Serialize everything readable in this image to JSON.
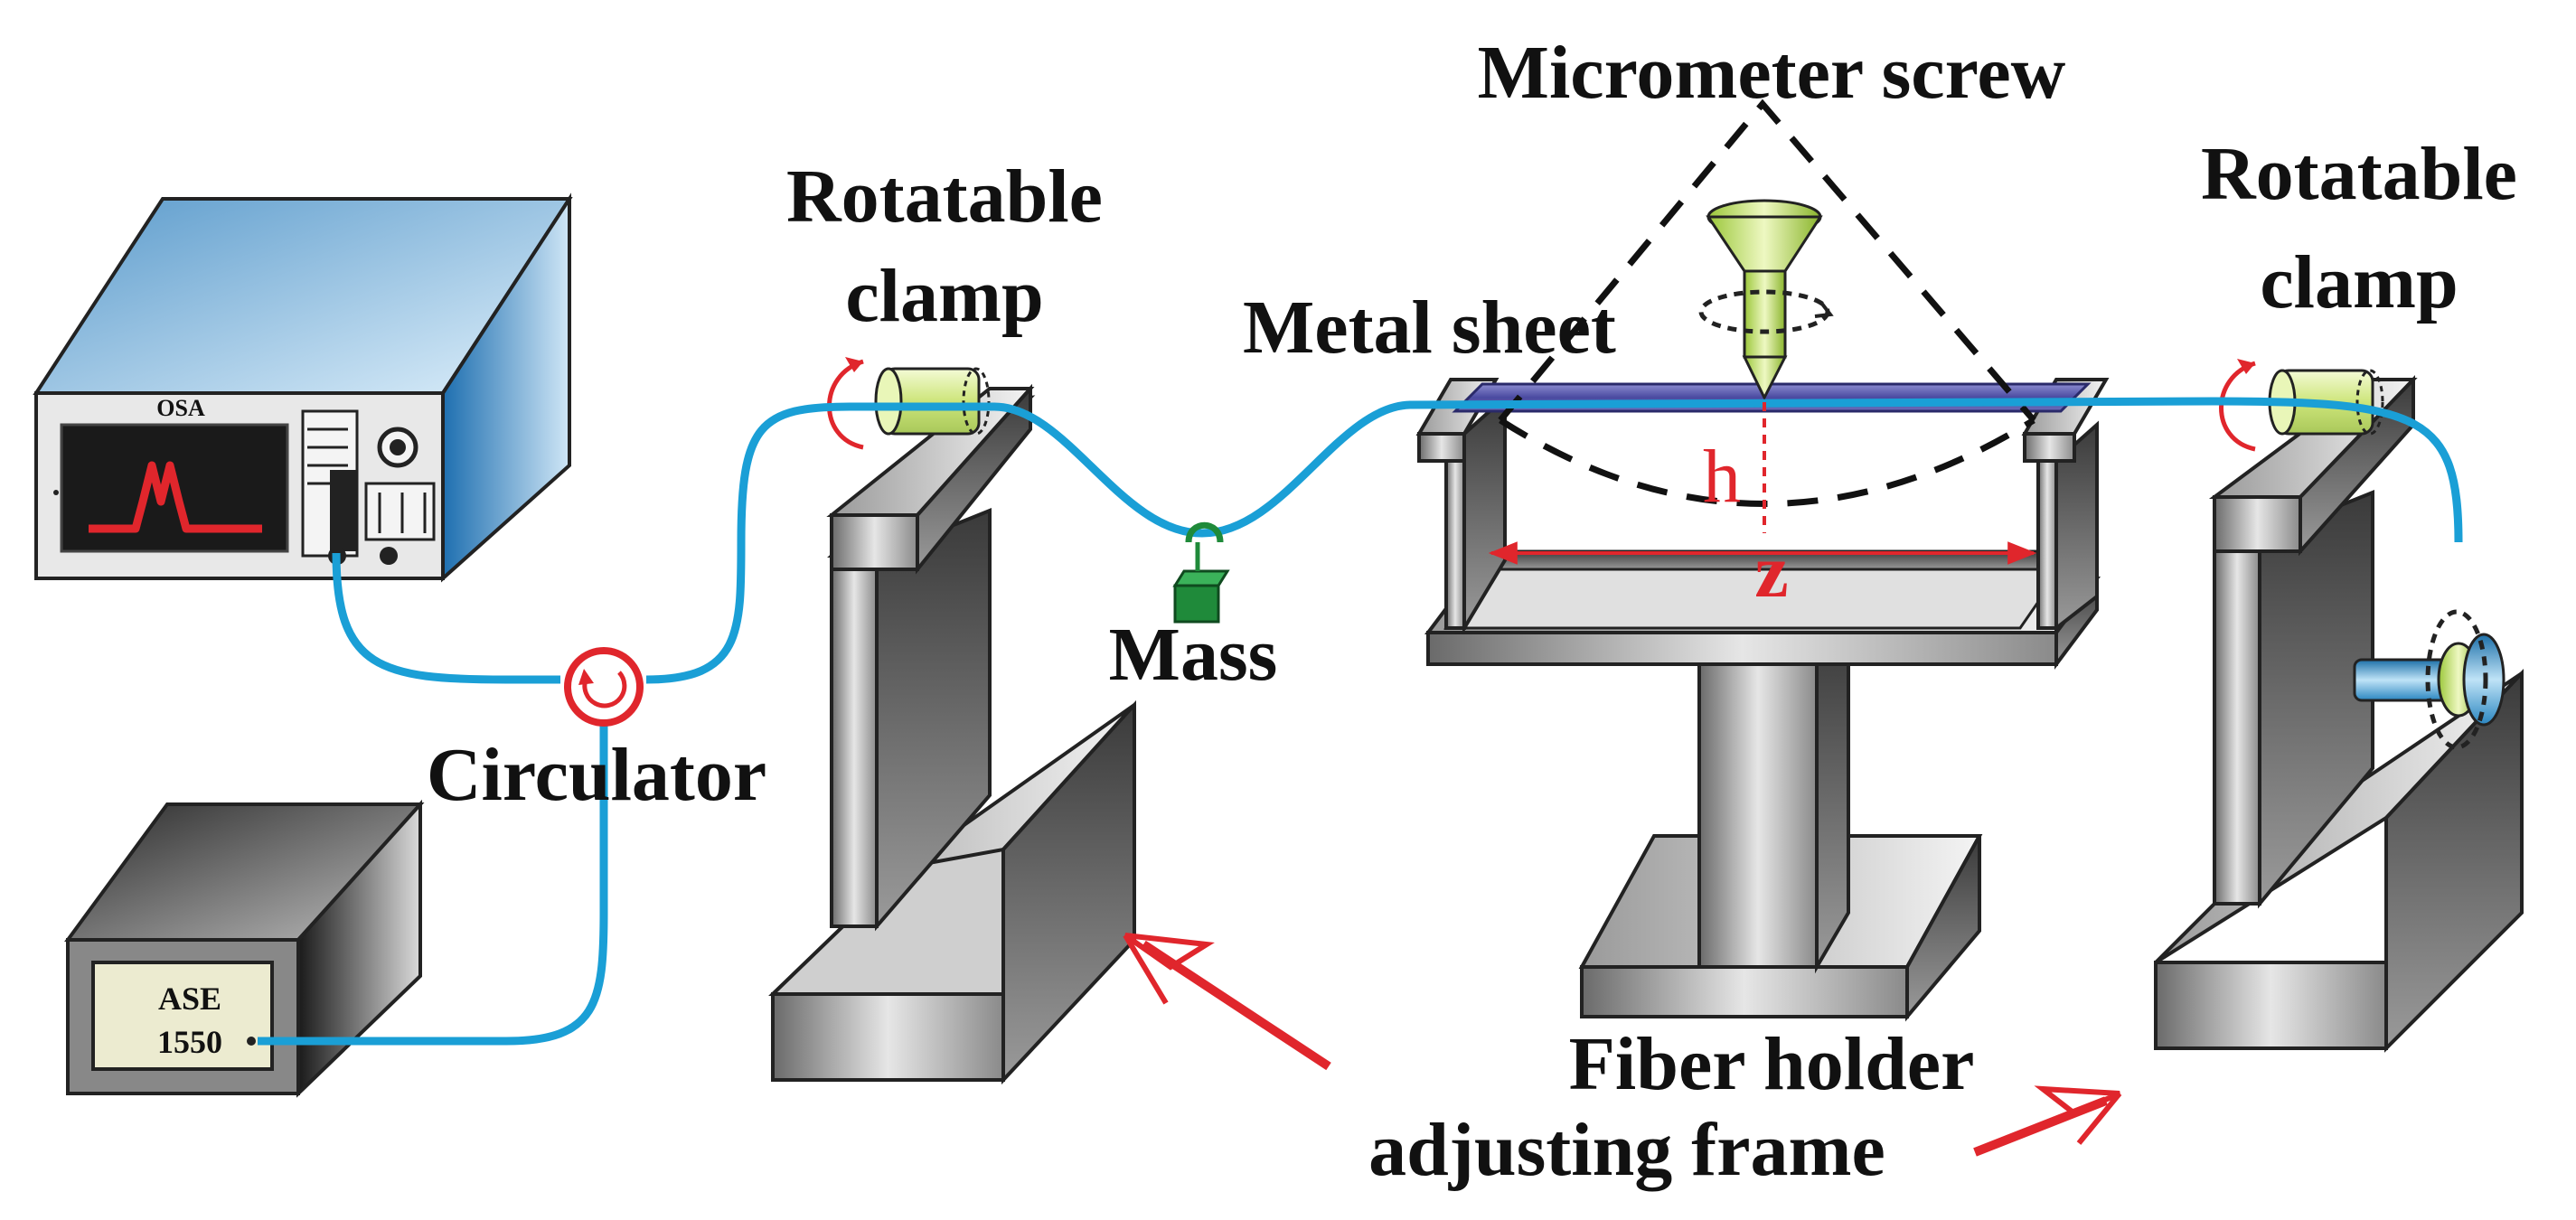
{
  "labels": {
    "micrometer_screw": "Micrometer screw",
    "rotatable_clamp_left_line1": "Rotatable",
    "rotatable_clamp_left_line2": "clamp",
    "rotatable_clamp_right_line1": "Rotatable",
    "rotatable_clamp_right_line2": "clamp",
    "metal_sheet": "Metal sheet",
    "mass": "Mass",
    "circulator": "Circulator",
    "osa": "OSA",
    "ase_line1": "ASE",
    "ase_line2": "1550",
    "h": "h",
    "z": "z",
    "fiber_holder_line1": "Fiber holder",
    "fiber_holder_line2": "adjusting frame"
  },
  "colors": {
    "fiber": "#1a9fd6",
    "accent_red": "#e0262c",
    "metal_sheet": "#4a4aa0",
    "clamp_green": "#d6ec8a",
    "screw_green": "#b4d84a",
    "osa_body": "#7fb3dc",
    "mass_green": "#1f8a3a"
  }
}
